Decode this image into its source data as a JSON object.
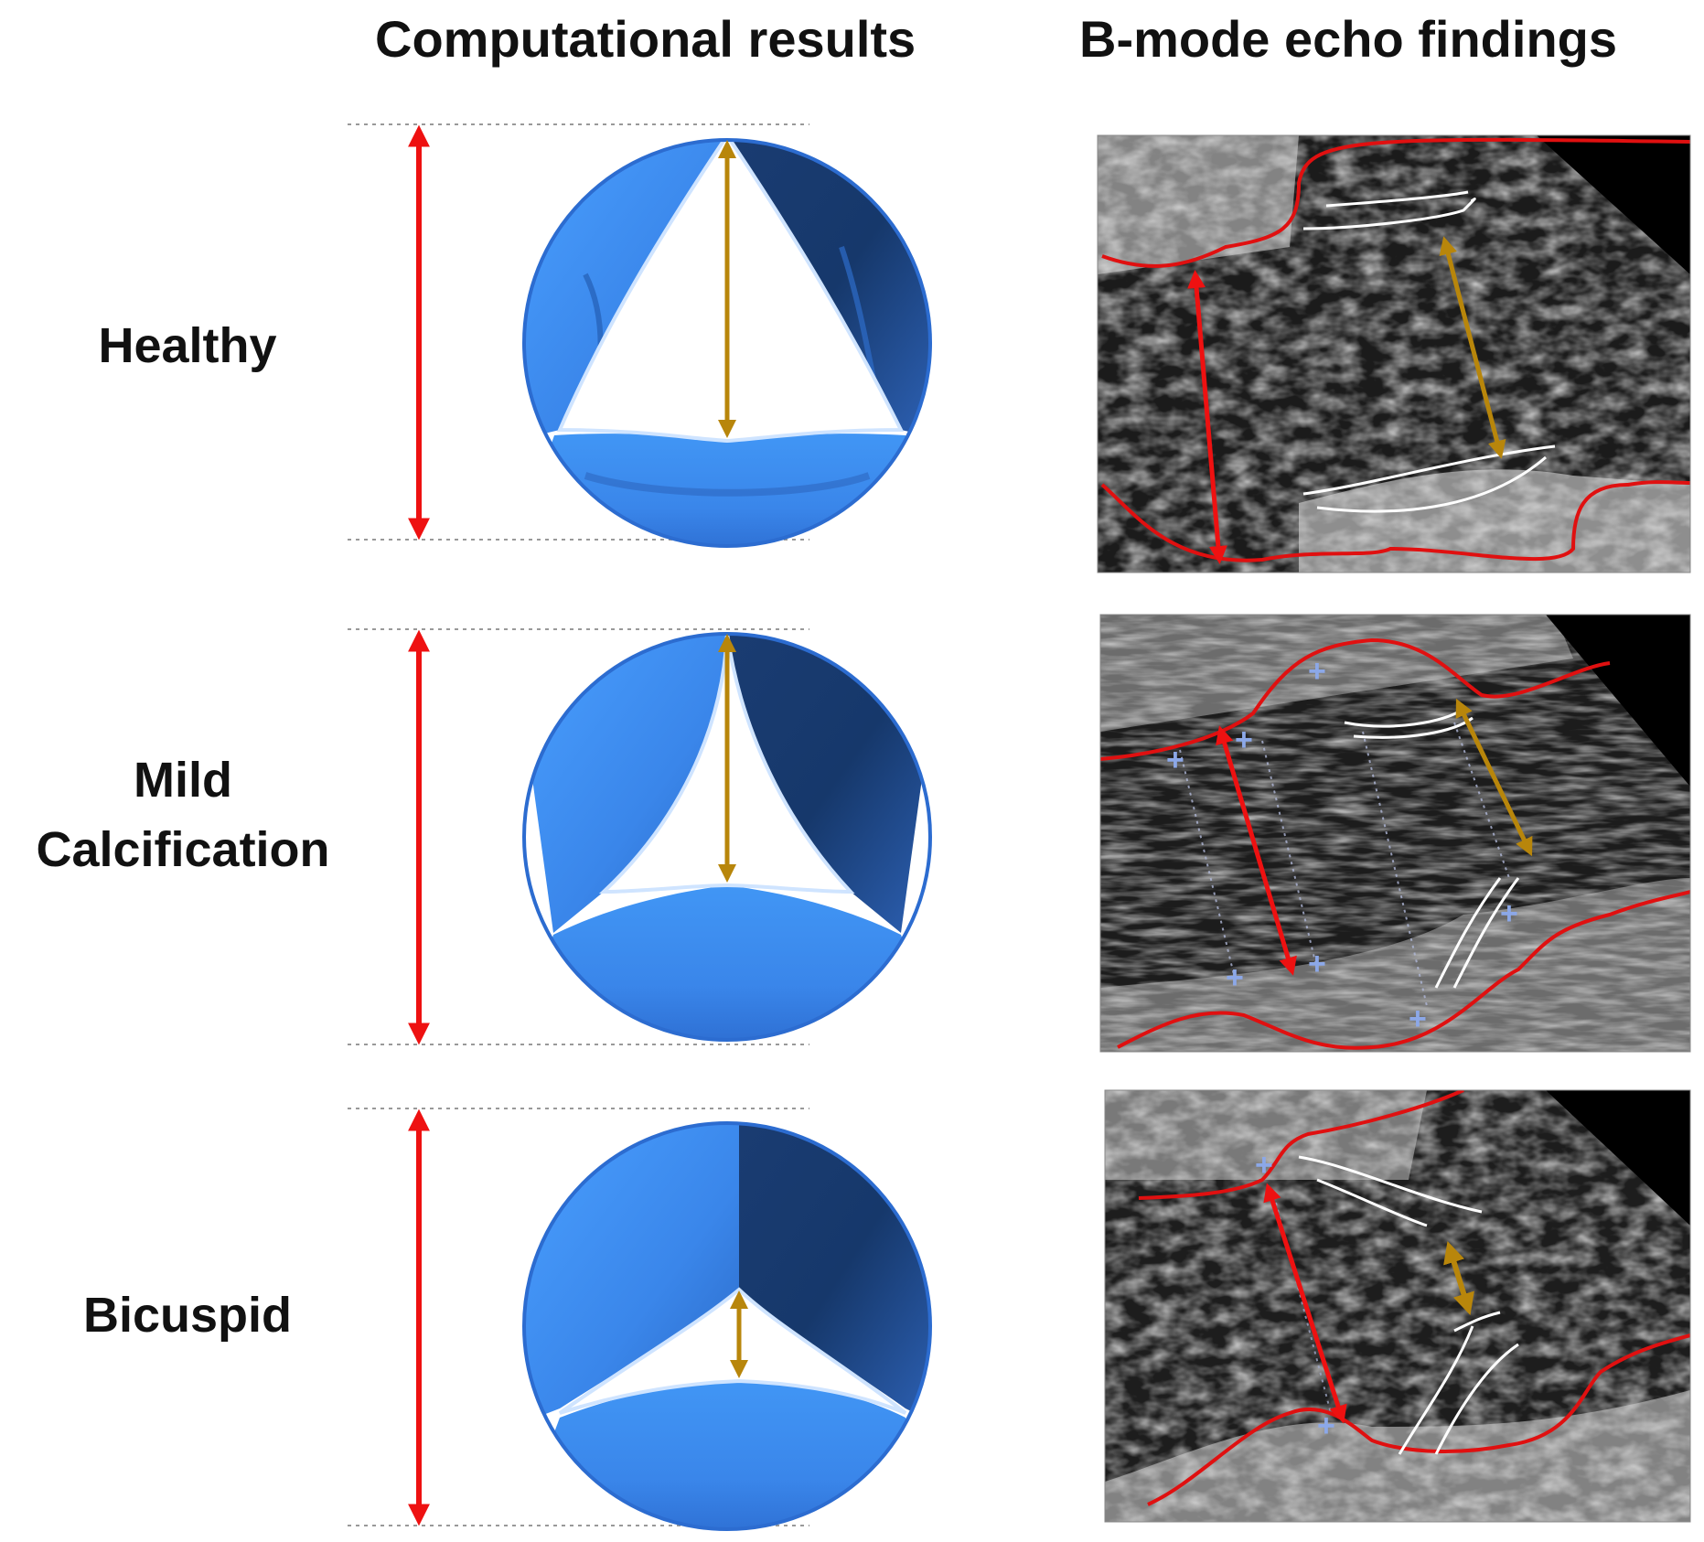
{
  "headers": {
    "computational": "Computational results",
    "echo": "B-mode echo findings"
  },
  "rows": [
    {
      "label_lines": [
        "Healthy"
      ]
    },
    {
      "label_lines": [
        "Mild",
        "Calcification"
      ]
    },
    {
      "label_lines": [
        "Bicuspid"
      ]
    }
  ],
  "colors": {
    "annulus_arrow": "#ee1111",
    "opening_arrow": "#b8860b",
    "leaflet_light": "#3d8ef0",
    "leaflet_dark": "#17396e",
    "echo_outline": "#e01010",
    "echo_background": "#1a1a1a"
  }
}
